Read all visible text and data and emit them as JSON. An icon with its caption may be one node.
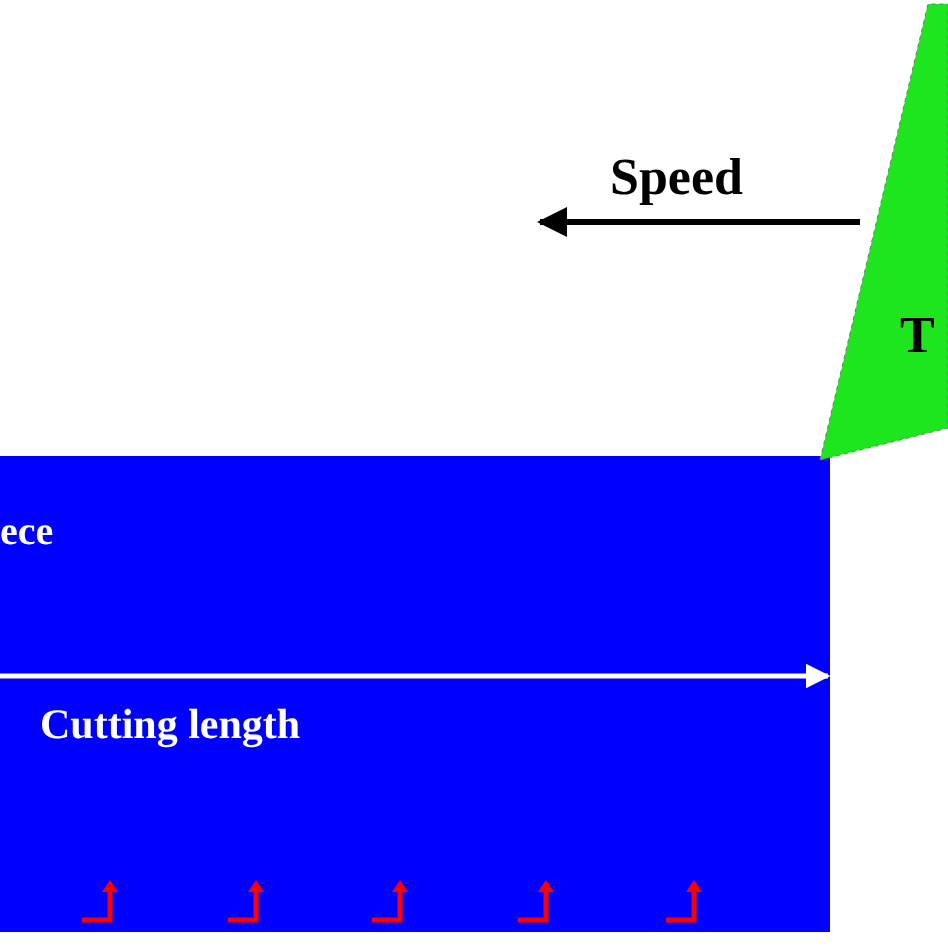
{
  "diagram": {
    "nodes": [
      {
        "text": [
          "ece"
        ]
      },
      {
        "text": [
          "T"
        ]
      }
    ],
    "edges": [],
    "labels": [
      "Speed",
      "Cutting length"
    ]
  }
}
